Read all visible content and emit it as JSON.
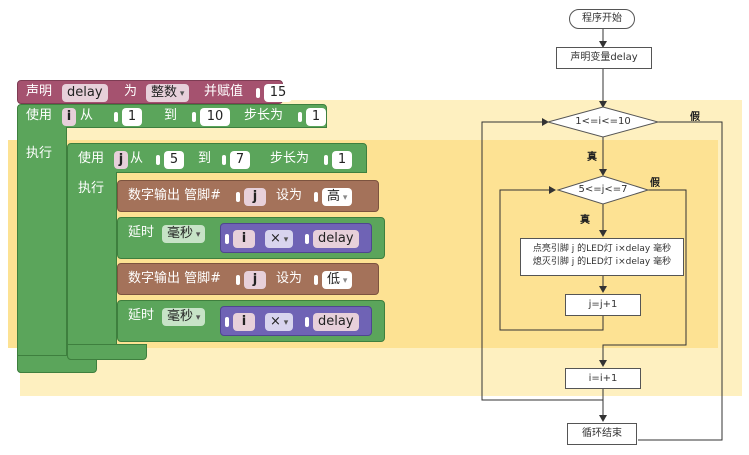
{
  "blocks": {
    "declare": {
      "label": "声明",
      "var": "delay",
      "as": "为",
      "type": "整数",
      "assign": "并赋值",
      "value": "15"
    },
    "outer_for": {
      "use": "使用",
      "var": "i",
      "from": "从",
      "start": "1",
      "to": "到",
      "end": "10",
      "step_label": "步长为",
      "step": "1",
      "exec": "执行"
    },
    "inner_for": {
      "use": "使用",
      "var": "j",
      "from": "从",
      "start": "5",
      "to": "到",
      "end": "7",
      "step_label": "步长为",
      "step": "1",
      "exec": "执行"
    },
    "write_high": {
      "label": "数字输出 管脚#",
      "pin": "j",
      "set": "设为",
      "level": "高"
    },
    "delay_1": {
      "label": "延时",
      "unit": "毫秒",
      "a": "i",
      "op": "×",
      "b": "delay"
    },
    "write_low": {
      "label": "数字输出 管脚#",
      "pin": "j",
      "set": "设为",
      "level": "低"
    },
    "delay_2": {
      "label": "延时",
      "unit": "毫秒",
      "a": "i",
      "op": "×",
      "b": "delay"
    }
  },
  "flowchart": {
    "start": "程序开始",
    "declare": "声明变量delay",
    "cond_i": "1<=i<=10",
    "cond_j": "5<=j<=7",
    "body_line1": "点亮引脚 j 的LED灯 i×delay 毫秒",
    "body_line2": "熄灭引脚 j 的LED灯 i×delay 毫秒",
    "j_inc": "j=j+1",
    "i_inc": "i=i+1",
    "end": "循环结束",
    "true_label": "真",
    "false_label": "假"
  }
}
